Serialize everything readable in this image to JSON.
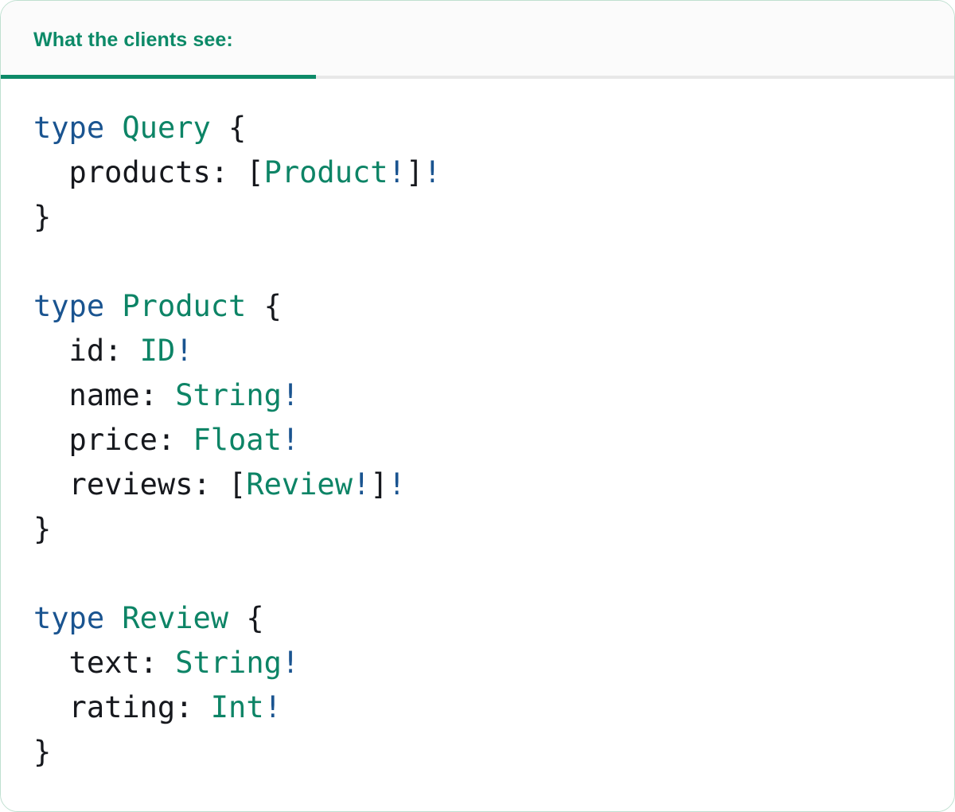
{
  "panel": {
    "accent_green": "#0d8a68",
    "border_color": "#bfe0d0",
    "tabstrip_bg": "#fbfbfb",
    "divider_color": "#e8e8e8"
  },
  "tabs": [
    {
      "label": "What the clients see:",
      "active": true
    }
  ],
  "syntax_colors": {
    "keyword": "#1a5490",
    "type_name": "#0d8466",
    "field": "#16181d",
    "punctuation": "#16181d",
    "non_null_bang": "#1a5490"
  },
  "code": {
    "language": "graphql",
    "text": "type Query {\n  products: [Product!]!\n}\n\ntype Product {\n  id: ID!\n  name: String!\n  price: Float!\n  reviews: [Review!]!\n}\n\ntype Review {\n  text: String!\n  rating: Int!\n}",
    "lines": [
      {
        "n": 1,
        "tokens": [
          {
            "t": "type",
            "c": "kw"
          },
          {
            "t": " ",
            "c": "punc"
          },
          {
            "t": "Query",
            "c": "tname"
          },
          {
            "t": " {",
            "c": "punc"
          }
        ]
      },
      {
        "n": 2,
        "tokens": [
          {
            "t": "  products: ",
            "c": "fld"
          },
          {
            "t": "[",
            "c": "punc"
          },
          {
            "t": "Product",
            "c": "tname"
          },
          {
            "t": "!",
            "c": "bang"
          },
          {
            "t": "]",
            "c": "punc"
          },
          {
            "t": "!",
            "c": "bang"
          }
        ]
      },
      {
        "n": 3,
        "tokens": [
          {
            "t": "}",
            "c": "punc"
          }
        ]
      },
      {
        "n": 4,
        "tokens": []
      },
      {
        "n": 5,
        "tokens": [
          {
            "t": "type",
            "c": "kw"
          },
          {
            "t": " ",
            "c": "punc"
          },
          {
            "t": "Product",
            "c": "tname"
          },
          {
            "t": " {",
            "c": "punc"
          }
        ]
      },
      {
        "n": 6,
        "tokens": [
          {
            "t": "  id: ",
            "c": "fld"
          },
          {
            "t": "ID",
            "c": "tname"
          },
          {
            "t": "!",
            "c": "bang"
          }
        ]
      },
      {
        "n": 7,
        "tokens": [
          {
            "t": "  name: ",
            "c": "fld"
          },
          {
            "t": "String",
            "c": "tname"
          },
          {
            "t": "!",
            "c": "bang"
          }
        ]
      },
      {
        "n": 8,
        "tokens": [
          {
            "t": "  price: ",
            "c": "fld"
          },
          {
            "t": "Float",
            "c": "tname"
          },
          {
            "t": "!",
            "c": "bang"
          }
        ]
      },
      {
        "n": 9,
        "tokens": [
          {
            "t": "  reviews: ",
            "c": "fld"
          },
          {
            "t": "[",
            "c": "punc"
          },
          {
            "t": "Review",
            "c": "tname"
          },
          {
            "t": "!",
            "c": "bang"
          },
          {
            "t": "]",
            "c": "punc"
          },
          {
            "t": "!",
            "c": "bang"
          }
        ]
      },
      {
        "n": 10,
        "tokens": [
          {
            "t": "}",
            "c": "punc"
          }
        ]
      },
      {
        "n": 11,
        "tokens": []
      },
      {
        "n": 12,
        "tokens": [
          {
            "t": "type",
            "c": "kw"
          },
          {
            "t": " ",
            "c": "punc"
          },
          {
            "t": "Review",
            "c": "tname"
          },
          {
            "t": " {",
            "c": "punc"
          }
        ]
      },
      {
        "n": 13,
        "tokens": [
          {
            "t": "  text: ",
            "c": "fld"
          },
          {
            "t": "String",
            "c": "tname"
          },
          {
            "t": "!",
            "c": "bang"
          }
        ]
      },
      {
        "n": 14,
        "tokens": [
          {
            "t": "  rating: ",
            "c": "fld"
          },
          {
            "t": "Int",
            "c": "tname"
          },
          {
            "t": "!",
            "c": "bang"
          }
        ]
      },
      {
        "n": 15,
        "tokens": [
          {
            "t": "}",
            "c": "punc"
          }
        ]
      }
    ]
  }
}
